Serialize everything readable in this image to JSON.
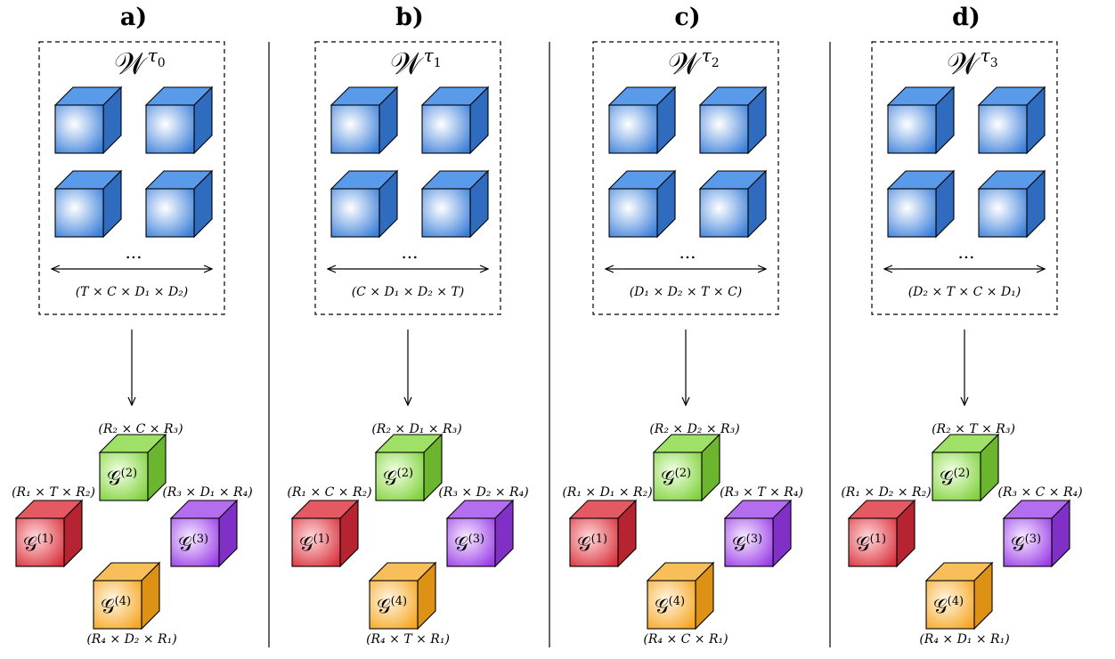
{
  "panels": [
    {
      "label": "a)",
      "tensor": {
        "symbol": "𝒲",
        "superscript": "τ",
        "subscript": "0"
      },
      "ellipsis": "...",
      "shape": "(T × C × D₁ × D₂)",
      "cores": [
        {
          "name": "𝒢",
          "index": "(1)",
          "dims": "(R₁  × T × R₂)"
        },
        {
          "name": "𝒢",
          "index": "(2)",
          "dims": "(R₂ × C × R₃)"
        },
        {
          "name": "𝒢",
          "index": "(3)",
          "dims": "(R₃ × D₁ × R₄)"
        },
        {
          "name": "𝒢",
          "index": "(4)",
          "dims": "(R₄ × D₂ × R₁)"
        }
      ]
    },
    {
      "label": "b)",
      "tensor": {
        "symbol": "𝒲",
        "superscript": "τ",
        "subscript": "1"
      },
      "ellipsis": "...",
      "shape": "(C × D₁ × D₂ × T)",
      "cores": [
        {
          "name": "𝒢",
          "index": "(1)",
          "dims": "(R₁  × C × R₂)"
        },
        {
          "name": "𝒢",
          "index": "(2)",
          "dims": "(R₂ × D₁ × R₃)"
        },
        {
          "name": "𝒢",
          "index": "(3)",
          "dims": "(R₃ × D₂ × R₄)"
        },
        {
          "name": "𝒢",
          "index": "(4)",
          "dims": "(R₄ × T × R₁)"
        }
      ]
    },
    {
      "label": "c)",
      "tensor": {
        "symbol": "𝒲",
        "superscript": "τ",
        "subscript": "2"
      },
      "ellipsis": "...",
      "shape": "(D₁ × D₂ × T × C)",
      "cores": [
        {
          "name": "𝒢",
          "index": "(1)",
          "dims": "(R₁ × D₁ × R₂)"
        },
        {
          "name": "𝒢",
          "index": "(2)",
          "dims": "(R₂ × D₂ × R₃)"
        },
        {
          "name": "𝒢",
          "index": "(3)",
          "dims": "(R₃ × T × R₄)"
        },
        {
          "name": "𝒢",
          "index": "(4)",
          "dims": "(R₄ × C × R₁)"
        }
      ]
    },
    {
      "label": "d)",
      "tensor": {
        "symbol": "𝒲",
        "superscript": "τ",
        "subscript": "3"
      },
      "ellipsis": "...",
      "shape": "(D₂ × T × C × D₁)",
      "cores": [
        {
          "name": "𝒢",
          "index": "(1)",
          "dims": "(R₁  × D₂ × R₂)"
        },
        {
          "name": "𝒢",
          "index": "(2)",
          "dims": "(R₂ × T × R₃)"
        },
        {
          "name": "𝒢",
          "index": "(3)",
          "dims": "(R₃ × C × R₄)"
        },
        {
          "name": "𝒢",
          "index": "(4)",
          "dims": "(R₄ × D₁ × R₁)"
        }
      ]
    }
  ],
  "colors": {
    "tensor_cube": "#3b7fd9",
    "core_1": "#d8323c",
    "core_2": "#7fd13b",
    "core_3": "#9a3de6",
    "core_4": "#f5a623",
    "separator": "#000000"
  }
}
